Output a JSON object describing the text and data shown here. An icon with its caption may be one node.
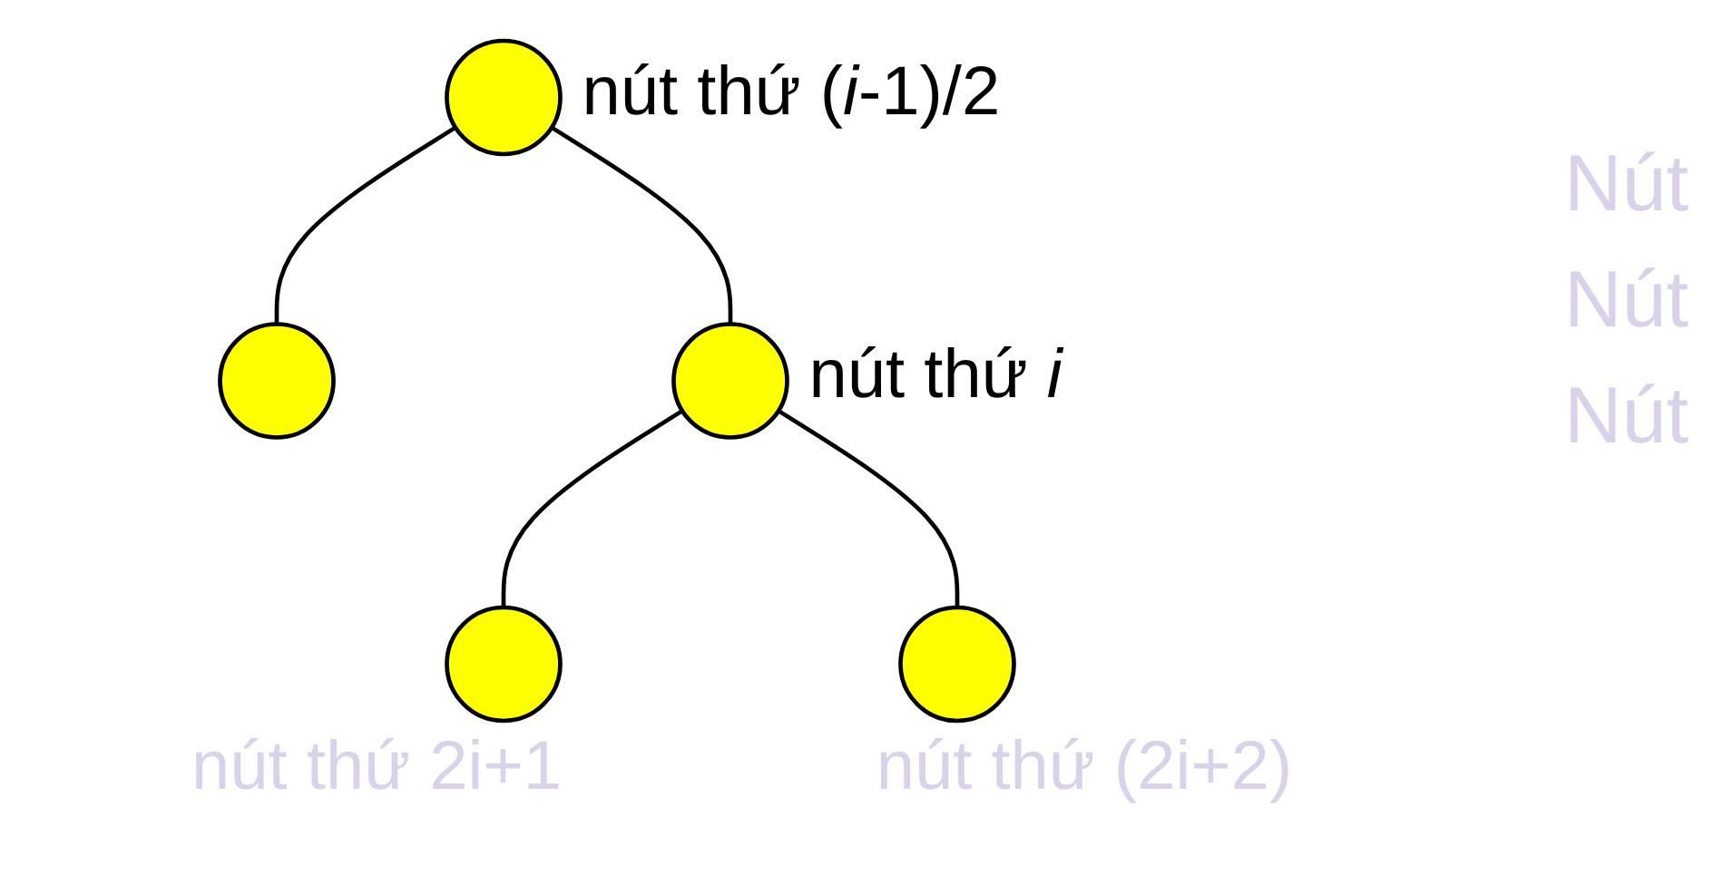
{
  "diagram": {
    "nodes": [
      {
        "text": [],
        "shape": "circle",
        "beside": [
          "nút thứ (*i*-1)/2"
        ]
      },
      {
        "text": [],
        "shape": "circle"
      },
      {
        "text": [],
        "shape": "circle",
        "beside": [
          "nút thứ *i*"
        ]
      },
      {
        "text": [],
        "shape": "circle",
        "beside": [
          "nút thứ 2i+1"
        ]
      },
      {
        "text": [],
        "shape": "circle",
        "beside": [
          "nút thứ (2i+2)"
        ]
      }
    ],
    "edges": [
      {
        "from": 0,
        "to": 1,
        "arrow": "none"
      },
      {
        "from": 0,
        "to": 2,
        "arrow": "none"
      },
      {
        "from": 2,
        "to": 3,
        "arrow": "none"
      },
      {
        "from": 2,
        "to": 4,
        "arrow": "none"
      }
    ],
    "labels": [
      "Nút",
      "Nút",
      "Nút"
    ]
  }
}
